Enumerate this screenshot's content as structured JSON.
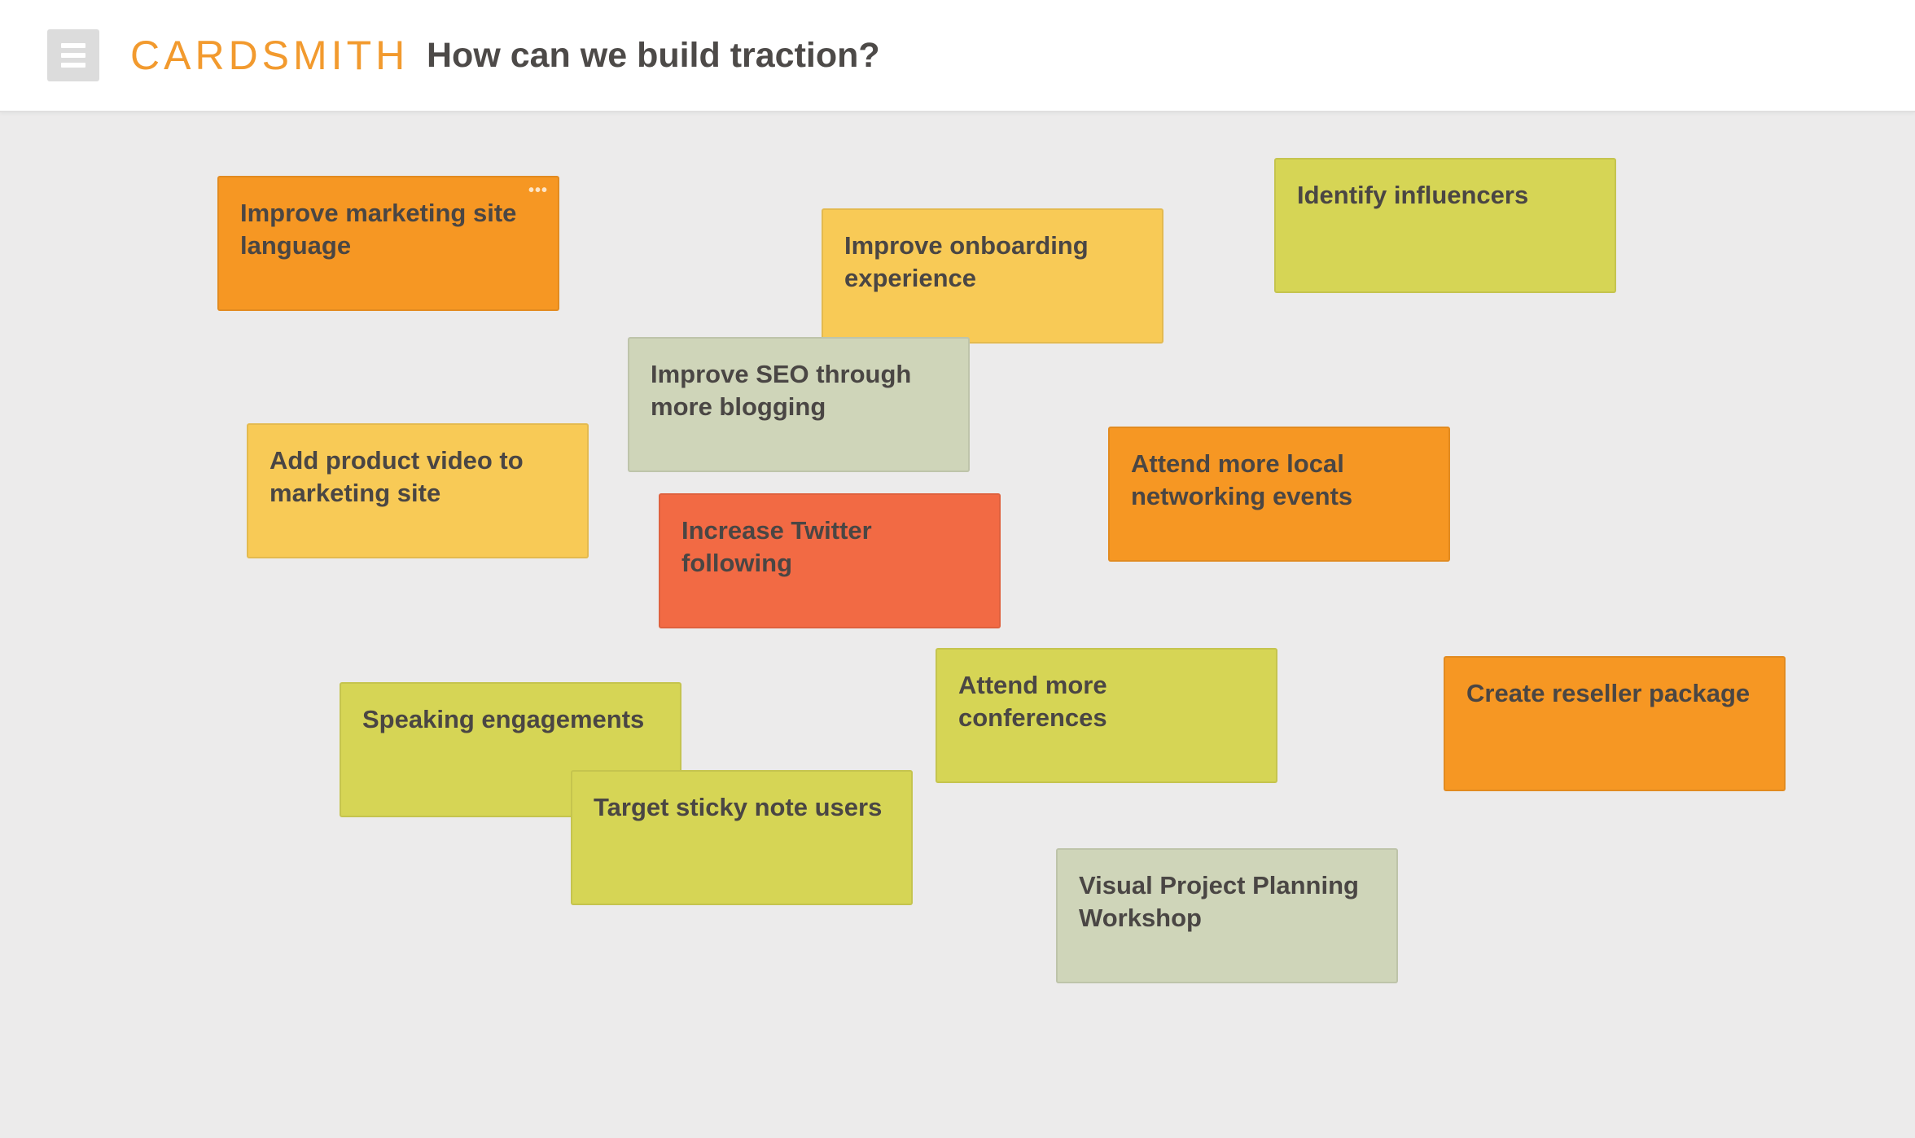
{
  "header": {
    "brand": "CARDSMITH",
    "title": "How can we build traction?",
    "menu_icon": "hamburger-icon"
  },
  "colors": {
    "orange": "#f69723",
    "yellow": "#f8ca56",
    "lime": "#d6d555",
    "sage": "#cfd5b9",
    "red": "#f26a44",
    "brand": "#f29a2e"
  },
  "cards": [
    {
      "text": "Improve marketing site language",
      "color": "orange"
    },
    {
      "text": "Improve onboarding experience",
      "color": "yellow"
    },
    {
      "text": "Identify influencers",
      "color": "lime"
    },
    {
      "text": "Improve SEO through more blogging",
      "color": "sage"
    },
    {
      "text": "Add product video to marketing site",
      "color": "yellow"
    },
    {
      "text": "Attend more local networking events",
      "color": "orange"
    },
    {
      "text": "Increase Twitter following",
      "color": "red"
    },
    {
      "text": "Attend more conferences",
      "color": "lime"
    },
    {
      "text": "Create reseller package",
      "color": "orange"
    },
    {
      "text": "Speaking engagements",
      "color": "lime"
    },
    {
      "text": "Target sticky note users",
      "color": "lime"
    },
    {
      "text": "Visual Project Planning Workshop",
      "color": "sage"
    }
  ],
  "card_menu_glyph": "•••"
}
